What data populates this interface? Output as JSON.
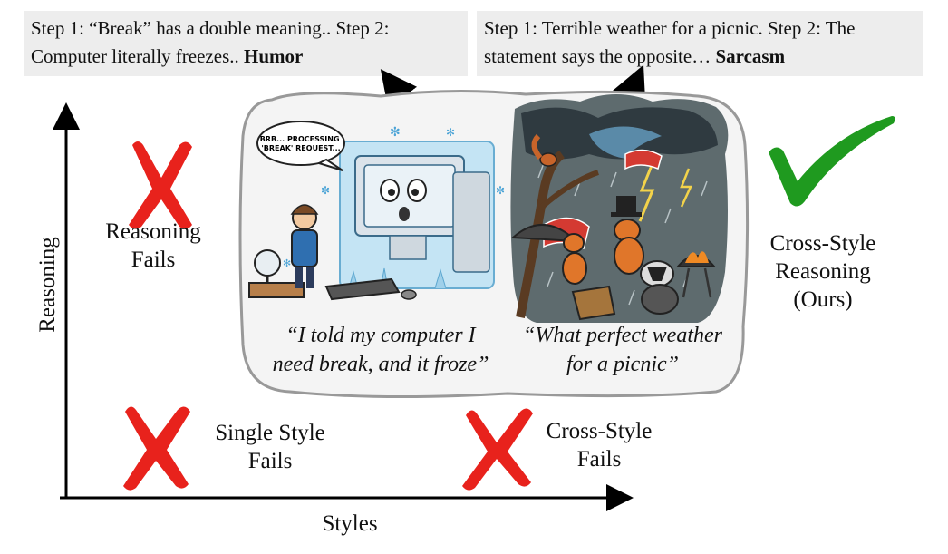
{
  "callouts": {
    "humor": {
      "text": "Step 1: “Break” has a double meaning.. Step 2: Computer literally freezes..",
      "bold": "Humor"
    },
    "sarcasm": {
      "text": "Step 1: Terrible weather for a picnic. Step 2: The statement says the opposite…",
      "bold": "Sarcasm"
    }
  },
  "speech_bubble": "BRB... PROCESSING 'BREAK' REQUEST...",
  "quotes": {
    "humor": "“I told my computer I need break, and it froze”",
    "sarcasm": "“What perfect weather for a picnic”"
  },
  "outcomes": {
    "reasoning_fails": "Reasoning Fails",
    "single_style_fails": "Single Style Fails",
    "cross_style_fails": "Cross-Style Fails",
    "ours": "Cross-Style Reasoning (Ours)"
  },
  "axes": {
    "y": "Reasoning",
    "x": "Styles"
  },
  "colors": {
    "fail": "#e8221c",
    "success": "#1f9a1f",
    "callout_bg": "#ededed",
    "panel_border": "#999999"
  }
}
